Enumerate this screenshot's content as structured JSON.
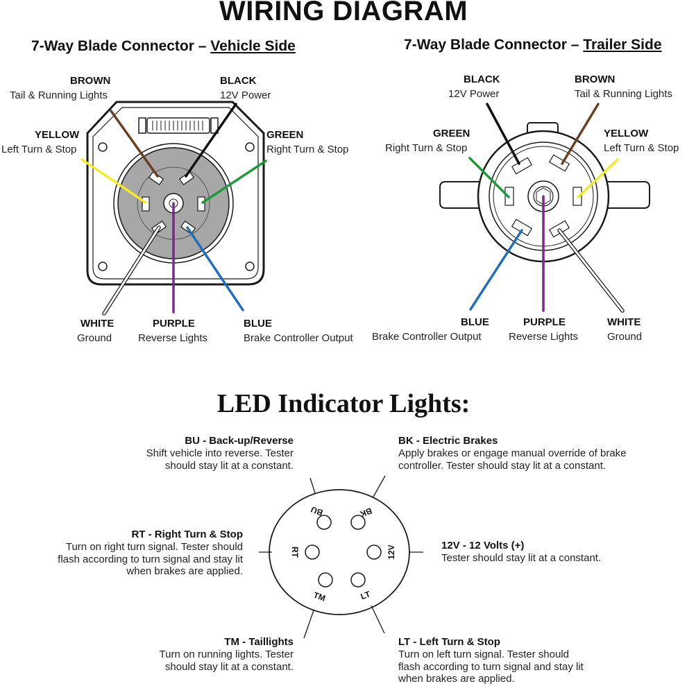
{
  "title": "WIRING DIAGRAM",
  "vehicle": {
    "heading_prefix": "7-Way Blade Connector – ",
    "heading_side": "Vehicle Side",
    "wires": {
      "brown": {
        "name": "BROWN",
        "desc": "Tail & Running Lights",
        "color": "#6b3f1f"
      },
      "black": {
        "name": "BLACK",
        "desc": "12V Power",
        "color": "#111111"
      },
      "yellow": {
        "name": "YELLOW",
        "desc": "Left Turn & Stop",
        "color": "#f2ec2a"
      },
      "green": {
        "name": "GREEN",
        "desc": "Right Turn & Stop",
        "color": "#1f9a3a"
      },
      "white": {
        "name": "WHITE",
        "desc": "Ground",
        "color": "#ffffff"
      },
      "purple": {
        "name": "PURPLE",
        "desc": "Reverse Lights",
        "color": "#7a2a8c"
      },
      "blue": {
        "name": "BLUE",
        "desc": "Brake Controller Output",
        "color": "#1f6fc0"
      }
    }
  },
  "trailer": {
    "heading_prefix": "7-Way Blade Connector – ",
    "heading_side": "Trailer Side",
    "wires": {
      "black": {
        "name": "BLACK",
        "desc": "12V Power",
        "color": "#111111"
      },
      "brown": {
        "name": "BROWN",
        "desc": "Tail & Running Lights",
        "color": "#6b3f1f"
      },
      "green": {
        "name": "GREEN",
        "desc": "Right Turn & Stop",
        "color": "#1f9a3a"
      },
      "yellow": {
        "name": "YELLOW",
        "desc": "Left Turn & Stop",
        "color": "#f2ec2a"
      },
      "blue": {
        "name": "BLUE",
        "desc": "Brake Controller Output",
        "color": "#1f6fc0"
      },
      "purple": {
        "name": "PURPLE",
        "desc": "Reverse Lights",
        "color": "#7a2a8c"
      },
      "white": {
        "name": "WHITE",
        "desc": "Ground",
        "color": "#ffffff"
      }
    }
  },
  "led": {
    "title": "LED Indicator Lights:",
    "pins": {
      "bu": "BU",
      "bk": "BK",
      "rt": "RT",
      "v12": "12V",
      "tm": "TM",
      "lt": "LT"
    },
    "bu": {
      "title": "BU - Back-up/Reverse",
      "l1": "Shift vehicle into reverse. Tester",
      "l2": "should stay lit at a constant."
    },
    "bk": {
      "title": "BK - Electric Brakes",
      "l1": "Apply brakes or engage manual override of brake",
      "l2": "controller. Tester should stay lit at a constant."
    },
    "rt": {
      "title": "RT - Right Turn & Stop",
      "l1": "Turn on right turn signal. Tester should",
      "l2": "flash according to turn signal and stay lit",
      "l3": "when brakes are applied."
    },
    "v12": {
      "title": "12V - 12 Volts (+)",
      "l1": "Tester should stay lit at a constant."
    },
    "tm": {
      "title": "TM - Taillights",
      "l1": "Turn on running lights. Tester",
      "l2": "should stay lit at a constant."
    },
    "lt": {
      "title": "LT - Left Turn & Stop",
      "l1": "Turn on left turn signal. Tester should",
      "l2": "flash according to turn signal and stay lit",
      "l3": "when brakes are applied."
    }
  }
}
